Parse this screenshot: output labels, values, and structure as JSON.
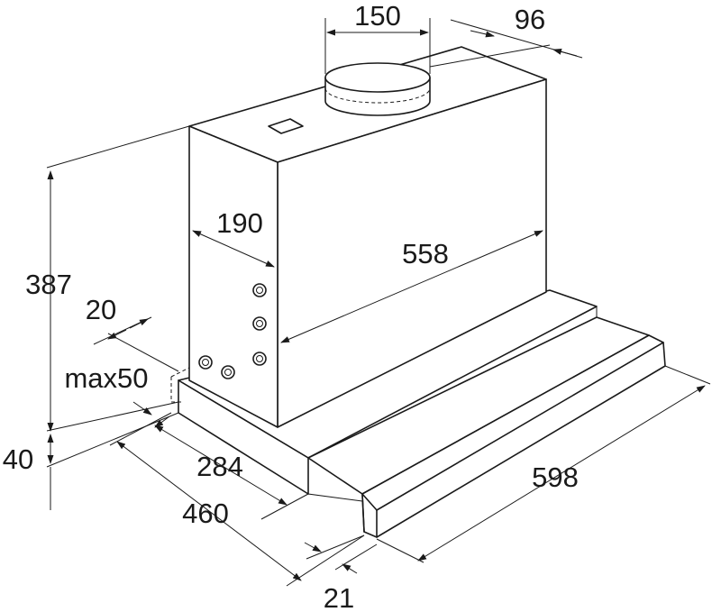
{
  "dimensions": {
    "duct_diameter": "150",
    "duct_offset": "96",
    "body_depth": "190",
    "body_width": "558",
    "body_height": "387",
    "front_lip": "20",
    "max_gap": "max50",
    "base_height": "40",
    "base_depth": "284",
    "overall_depth": "460",
    "panel_thickness": "21",
    "overall_width": "598"
  }
}
